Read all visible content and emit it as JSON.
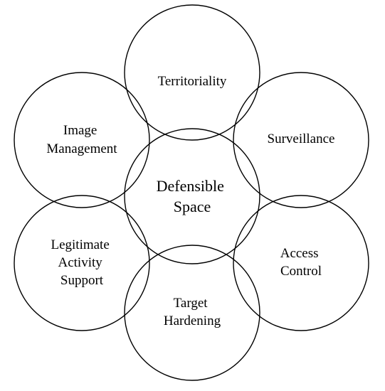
{
  "center": {
    "lines": [
      "Defensible",
      "Space"
    ]
  },
  "petals": [
    {
      "id": "territoriality",
      "lines": [
        "Territoriality"
      ]
    },
    {
      "id": "surveillance",
      "lines": [
        "Surveillance"
      ]
    },
    {
      "id": "access-control",
      "lines": [
        "Access",
        "Control"
      ]
    },
    {
      "id": "target-hardening",
      "lines": [
        "Target",
        "Hardening"
      ]
    },
    {
      "id": "legitimate-activity-support",
      "lines": [
        "Legitimate",
        "Activity",
        "Support"
      ]
    },
    {
      "id": "image-management",
      "lines": [
        "Image",
        "Management"
      ]
    }
  ],
  "colors": {
    "stroke": "#000000",
    "background": "#ffffff"
  }
}
